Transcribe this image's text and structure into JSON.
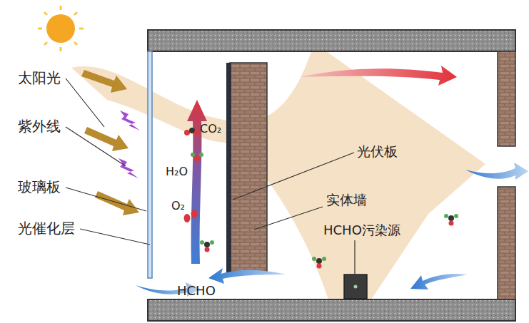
{
  "diagram": {
    "labels": [
      "太阳光",
      "紫外线",
      "玻璃板",
      "光催化层",
      "CO₂",
      "H₂O",
      "O₂",
      "光伏板",
      "实体墙",
      "HCHO污染源",
      "HCHO"
    ]
  }
}
